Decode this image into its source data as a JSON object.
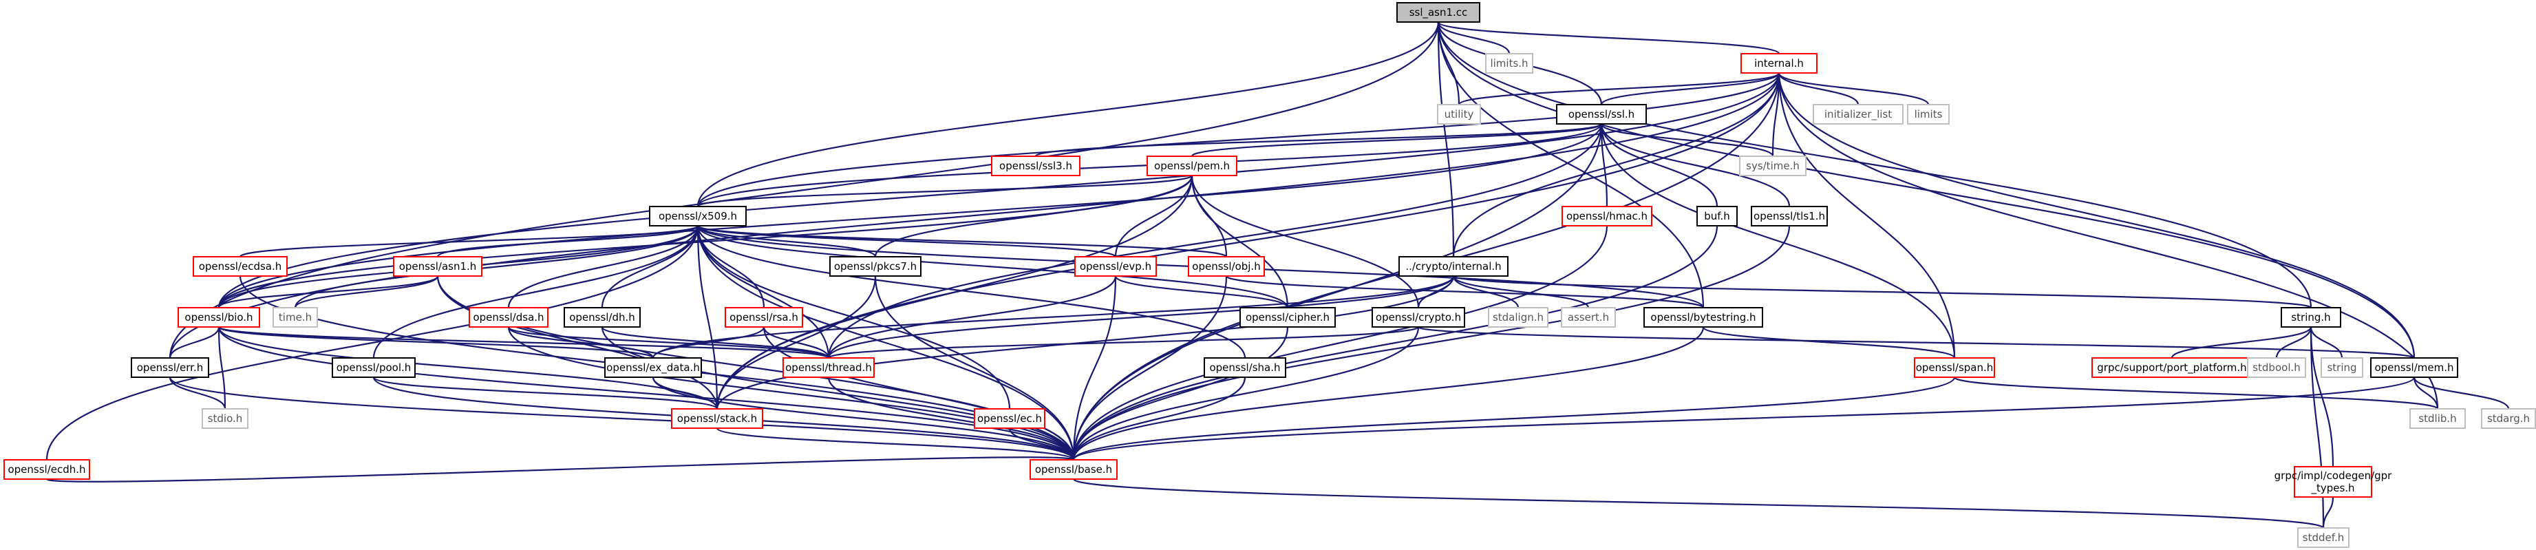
{
  "colors": {
    "edge": "#191970",
    "root_fill": "#bfbfbf",
    "documented_border": "#000000",
    "undocumented_border": "#ff0000",
    "external_border": "#bfbfbf"
  },
  "nodes": [
    {
      "id": "ssl_asn1",
      "label": "ssl_asn1.cc",
      "kind": "root"
    },
    {
      "id": "limits_h",
      "label": "limits.h",
      "kind": "gray"
    },
    {
      "id": "internal_h",
      "label": "internal.h",
      "kind": "red"
    },
    {
      "id": "utility",
      "label": "utility",
      "kind": "gray"
    },
    {
      "id": "ssl_h",
      "label": "openssl/ssl.h",
      "kind": "black"
    },
    {
      "id": "initializer_list",
      "label": "initializer_list",
      "kind": "gray"
    },
    {
      "id": "limits",
      "label": "limits",
      "kind": "gray"
    },
    {
      "id": "ssl3_h",
      "label": "openssl/ssl3.h",
      "kind": "red"
    },
    {
      "id": "pem_h",
      "label": "openssl/pem.h",
      "kind": "red"
    },
    {
      "id": "systime_h",
      "label": "sys/time.h",
      "kind": "gray"
    },
    {
      "id": "x509_h",
      "label": "openssl/x509.h",
      "kind": "black"
    },
    {
      "id": "hmac_h",
      "label": "openssl/hmac.h",
      "kind": "red"
    },
    {
      "id": "buf_h",
      "label": "buf.h",
      "kind": "black"
    },
    {
      "id": "tls1_h",
      "label": "openssl/tls1.h",
      "kind": "black"
    },
    {
      "id": "ecdsa_h",
      "label": "openssl/ecdsa.h",
      "kind": "red"
    },
    {
      "id": "asn1_h",
      "label": "openssl/asn1.h",
      "kind": "red"
    },
    {
      "id": "pkcs7_h",
      "label": "openssl/pkcs7.h",
      "kind": "black"
    },
    {
      "id": "evp_h",
      "label": "openssl/evp.h",
      "kind": "red"
    },
    {
      "id": "obj_h",
      "label": "openssl/obj.h",
      "kind": "red"
    },
    {
      "id": "crypto_internal_h",
      "label": "../crypto/internal.h",
      "kind": "black"
    },
    {
      "id": "bio_h",
      "label": "openssl/bio.h",
      "kind": "red"
    },
    {
      "id": "time_h",
      "label": "time.h",
      "kind": "gray"
    },
    {
      "id": "dh_h",
      "label": "openssl/dh.h",
      "kind": "black"
    },
    {
      "id": "dsa_h",
      "label": "openssl/dsa.h",
      "kind": "red"
    },
    {
      "id": "rsa_h",
      "label": "openssl/rsa.h",
      "kind": "red"
    },
    {
      "id": "cipher_h",
      "label": "openssl/cipher.h",
      "kind": "black"
    },
    {
      "id": "crypto_h",
      "label": "openssl/crypto.h",
      "kind": "black"
    },
    {
      "id": "stdalign_h",
      "label": "stdalign.h",
      "kind": "gray"
    },
    {
      "id": "assert_h",
      "label": "assert.h",
      "kind": "gray"
    },
    {
      "id": "bytestring_h",
      "label": "openssl/bytestring.h",
      "kind": "black"
    },
    {
      "id": "string_h",
      "label": "string.h",
      "kind": "black"
    },
    {
      "id": "err_h",
      "label": "openssl/err.h",
      "kind": "black"
    },
    {
      "id": "pool_h",
      "label": "openssl/pool.h",
      "kind": "black"
    },
    {
      "id": "ex_data_h",
      "label": "openssl/ex_data.h",
      "kind": "black"
    },
    {
      "id": "thread_h",
      "label": "openssl/thread.h",
      "kind": "red"
    },
    {
      "id": "sha_h",
      "label": "openssl/sha.h",
      "kind": "black"
    },
    {
      "id": "span_h",
      "label": "openssl/span.h",
      "kind": "red"
    },
    {
      "id": "port_platform_h",
      "label": "grpc/support/port_platform.h",
      "kind": "red"
    },
    {
      "id": "stdbool_h",
      "label": "stdbool.h",
      "kind": "gray"
    },
    {
      "id": "string",
      "label": "string",
      "kind": "gray"
    },
    {
      "id": "mem_h",
      "label": "openssl/mem.h",
      "kind": "black"
    },
    {
      "id": "stdio_h",
      "label": "stdio.h",
      "kind": "gray"
    },
    {
      "id": "stack_h",
      "label": "openssl/stack.h",
      "kind": "red"
    },
    {
      "id": "ec_h",
      "label": "openssl/ec.h",
      "kind": "red"
    },
    {
      "id": "stdlib_h",
      "label": "stdlib.h",
      "kind": "gray"
    },
    {
      "id": "stdarg_h",
      "label": "stdarg.h",
      "kind": "gray"
    },
    {
      "id": "ecdh_h",
      "label": "openssl/ecdh.h",
      "kind": "red"
    },
    {
      "id": "base_h",
      "label": "openssl/base.h",
      "kind": "red"
    },
    {
      "id": "gpr_types_h",
      "label": [
        "grpc/impl/codegen/gpr",
        "_types.h"
      ],
      "kind": "red"
    },
    {
      "id": "stddef_h",
      "label": "stddef.h",
      "kind": "gray"
    }
  ],
  "edges": [
    [
      "ssl_asn1",
      "limits_h"
    ],
    [
      "ssl_asn1",
      "utility"
    ],
    [
      "ssl_asn1",
      "internal_h"
    ],
    [
      "ssl_asn1",
      "ssl_h"
    ],
    [
      "ssl_asn1",
      "x509_h"
    ],
    [
      "ssl_asn1",
      "crypto_internal_h"
    ],
    [
      "ssl_asn1",
      "bytestring_h"
    ],
    [
      "ssl_asn1",
      "string_h"
    ],
    [
      "ssl_asn1",
      "mem_h"
    ],
    [
      "ssl_asn1",
      "err_h"
    ],
    [
      "internal_h",
      "utility"
    ],
    [
      "internal_h",
      "ssl_h"
    ],
    [
      "internal_h",
      "initializer_list"
    ],
    [
      "internal_h",
      "limits"
    ],
    [
      "internal_h",
      "systime_h"
    ],
    [
      "internal_h",
      "crypto_internal_h"
    ],
    [
      "internal_h",
      "span_h"
    ],
    [
      "internal_h",
      "stdlib_h"
    ],
    [
      "internal_h",
      "mem_h"
    ],
    [
      "internal_h",
      "base_h"
    ],
    [
      "internal_h",
      "stack_h"
    ],
    [
      "internal_h",
      "x509_h"
    ],
    [
      "internal_h",
      "err_h"
    ],
    [
      "internal_h",
      "bio_h"
    ],
    [
      "ssl_h",
      "ssl3_h"
    ],
    [
      "ssl_h",
      "pem_h"
    ],
    [
      "ssl_h",
      "systime_h"
    ],
    [
      "ssl_h",
      "hmac_h"
    ],
    [
      "ssl_h",
      "buf_h"
    ],
    [
      "ssl_h",
      "tls1_h"
    ],
    [
      "ssl_h",
      "span_h"
    ],
    [
      "ssl_h",
      "base_h"
    ],
    [
      "ssl_h",
      "x509_h"
    ],
    [
      "ssl_h",
      "bio_h"
    ],
    [
      "ssl_h",
      "thread_h"
    ],
    [
      "pem_h",
      "x509_h"
    ],
    [
      "pem_h",
      "evp_h"
    ],
    [
      "pem_h",
      "pkcs7_h"
    ],
    [
      "pem_h",
      "obj_h"
    ],
    [
      "pem_h",
      "cipher_h"
    ],
    [
      "pem_h",
      "crypto_h"
    ],
    [
      "pem_h",
      "stack_h"
    ],
    [
      "pem_h",
      "bio_h"
    ],
    [
      "x509_h",
      "ecdsa_h"
    ],
    [
      "x509_h",
      "asn1_h"
    ],
    [
      "x509_h",
      "pkcs7_h"
    ],
    [
      "x509_h",
      "evp_h"
    ],
    [
      "x509_h",
      "obj_h"
    ],
    [
      "x509_h",
      "bio_h"
    ],
    [
      "x509_h",
      "time_h"
    ],
    [
      "x509_h",
      "dh_h"
    ],
    [
      "x509_h",
      "dsa_h"
    ],
    [
      "x509_h",
      "rsa_h"
    ],
    [
      "x509_h",
      "cipher_h"
    ],
    [
      "x509_h",
      "sha_h"
    ],
    [
      "x509_h",
      "ec_h"
    ],
    [
      "x509_h",
      "ecdh_h"
    ],
    [
      "x509_h",
      "pool_h"
    ],
    [
      "x509_h",
      "thread_h"
    ],
    [
      "x509_h",
      "stack_h"
    ],
    [
      "x509_h",
      "base_h"
    ],
    [
      "x509_h",
      "bytestring_h"
    ],
    [
      "hmac_h",
      "base_h"
    ],
    [
      "buf_h",
      "base_h"
    ],
    [
      "tls1_h",
      "base_h"
    ],
    [
      "ecdsa_h",
      "base_h"
    ],
    [
      "asn1_h",
      "bio_h"
    ],
    [
      "asn1_h",
      "time_h"
    ],
    [
      "asn1_h",
      "stack_h"
    ],
    [
      "asn1_h",
      "base_h"
    ],
    [
      "pkcs7_h",
      "stack_h"
    ],
    [
      "pkcs7_h",
      "base_h"
    ],
    [
      "evp_h",
      "cipher_h"
    ],
    [
      "evp_h",
      "thread_h"
    ],
    [
      "evp_h",
      "base_h"
    ],
    [
      "obj_h",
      "bytestring_h"
    ],
    [
      "obj_h",
      "base_h"
    ],
    [
      "crypto_internal_h",
      "crypto_h"
    ],
    [
      "crypto_internal_h",
      "stdalign_h"
    ],
    [
      "crypto_internal_h",
      "assert_h"
    ],
    [
      "crypto_internal_h",
      "string_h"
    ],
    [
      "crypto_internal_h",
      "thread_h"
    ],
    [
      "crypto_internal_h",
      "ex_data_h"
    ],
    [
      "crypto_internal_h",
      "stack_h"
    ],
    [
      "bio_h",
      "err_h"
    ],
    [
      "bio_h",
      "stdio_h"
    ],
    [
      "bio_h",
      "ex_data_h"
    ],
    [
      "bio_h",
      "thread_h"
    ],
    [
      "bio_h",
      "stack_h"
    ],
    [
      "bio_h",
      "base_h"
    ],
    [
      "dh_h",
      "thread_h"
    ],
    [
      "dh_h",
      "base_h"
    ],
    [
      "dsa_h",
      "ex_data_h"
    ],
    [
      "dsa_h",
      "thread_h"
    ],
    [
      "dsa_h",
      "base_h"
    ],
    [
      "rsa_h",
      "ex_data_h"
    ],
    [
      "rsa_h",
      "thread_h"
    ],
    [
      "rsa_h",
      "base_h"
    ],
    [
      "cipher_h",
      "base_h"
    ],
    [
      "crypto_h",
      "mem_h"
    ],
    [
      "crypto_h",
      "thread_h"
    ],
    [
      "crypto_h",
      "base_h"
    ],
    [
      "bytestring_h",
      "span_h"
    ],
    [
      "bytestring_h",
      "base_h"
    ],
    [
      "string_h",
      "port_platform_h"
    ],
    [
      "string_h",
      "stdbool_h"
    ],
    [
      "string_h",
      "string"
    ],
    [
      "string_h",
      "gpr_types_h"
    ],
    [
      "string_h",
      "stddef_h"
    ],
    [
      "err_h",
      "stdio_h"
    ],
    [
      "err_h",
      "base_h"
    ],
    [
      "pool_h",
      "stack_h"
    ],
    [
      "pool_h",
      "base_h"
    ],
    [
      "ex_data_h",
      "stack_h"
    ],
    [
      "ex_data_h",
      "base_h"
    ],
    [
      "thread_h",
      "base_h"
    ],
    [
      "sha_h",
      "base_h"
    ],
    [
      "span_h",
      "stdlib_h"
    ],
    [
      "span_h",
      "base_h"
    ],
    [
      "mem_h",
      "stdlib_h"
    ],
    [
      "mem_h",
      "stdarg_h"
    ],
    [
      "mem_h",
      "base_h"
    ],
    [
      "stack_h",
      "base_h"
    ],
    [
      "ec_h",
      "base_h"
    ],
    [
      "ecdh_h",
      "base_h"
    ],
    [
      "base_h",
      "stddef_h"
    ],
    [
      "gpr_types_h",
      "stddef_h"
    ]
  ]
}
